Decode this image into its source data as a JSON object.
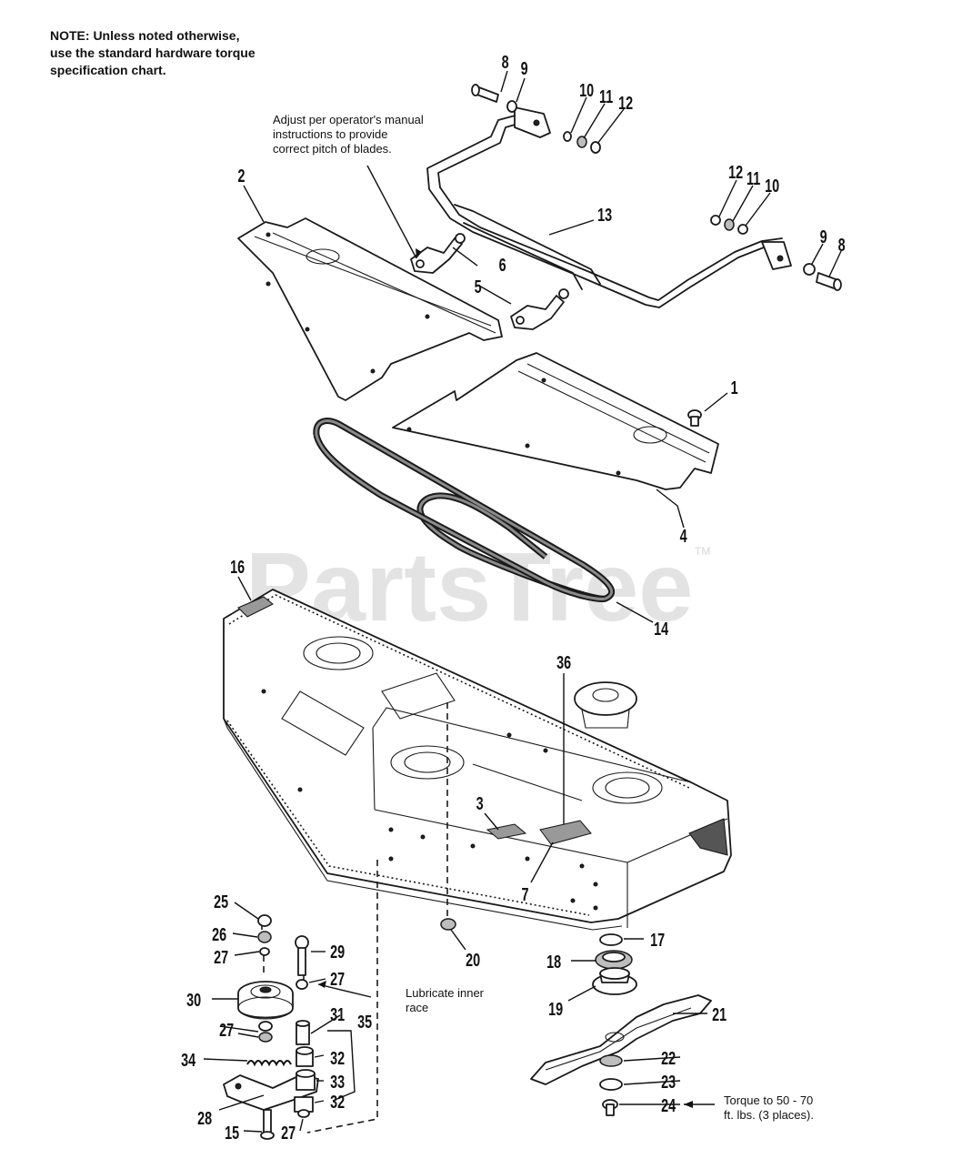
{
  "note": {
    "lines": [
      "NOTE: Unless noted otherwise,",
      "use the standard hardware torque",
      "specification chart."
    ]
  },
  "captions": {
    "adjust": [
      "Adjust per operator's manual",
      "instructions to provide",
      "correct pitch of blades."
    ],
    "lubricate": [
      "Lubricate inner",
      "race"
    ],
    "torque": [
      "Torque to 50 - 70",
      "ft. lbs. (3 places)."
    ]
  },
  "watermark": {
    "text": "PartsTree",
    "trademark": "TM"
  },
  "callouts": {
    "p1": "1",
    "p2": "2",
    "p3": "3",
    "p4": "4",
    "p5": "5",
    "p6": "6",
    "p7": "7",
    "p8a": "8",
    "p8b": "8",
    "p9a": "9",
    "p9b": "9",
    "p10a": "10",
    "p10b": "10",
    "p11a": "11",
    "p11b": "11",
    "p12a": "12",
    "p12b": "12",
    "p13": "13",
    "p14": "14",
    "p15": "15",
    "p16": "16",
    "p17": "17",
    "p18": "18",
    "p19": "19",
    "p20": "20",
    "p21": "21",
    "p22": "22",
    "p23": "23",
    "p24": "24",
    "p25": "25",
    "p26": "26",
    "p27a": "27",
    "p27b": "27",
    "p27c": "27",
    "p27d": "27",
    "p28": "28",
    "p29": "29",
    "p30": "30",
    "p31": "31",
    "p32a": "32",
    "p32b": "32",
    "p33": "33",
    "p34": "34",
    "p35": "35",
    "p36": "36"
  }
}
